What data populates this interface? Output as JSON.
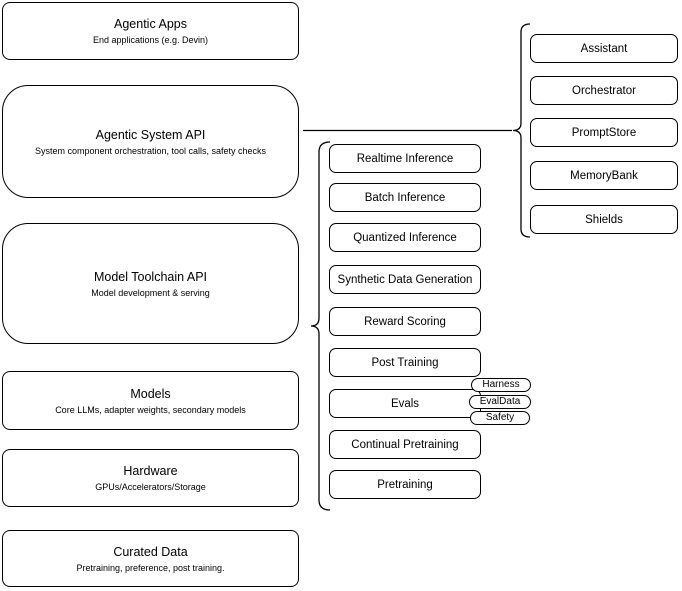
{
  "diagram": {
    "title_implicit": "Agentic stack layers diagram",
    "colors": {
      "stroke": "#000000",
      "fill": "#ffffff",
      "text": "#000000"
    },
    "layers": [
      {
        "title": "Agentic Apps",
        "subtitle": "End applications (e.g. Devin)"
      },
      {
        "title": "Agentic System API",
        "subtitle": "System component orchestration, tool calls, safety checks"
      },
      {
        "title": "Model Toolchain API",
        "subtitle": "Model development & serving"
      },
      {
        "title": "Models",
        "subtitle": "Core LLMs, adapter weights, secondary models"
      },
      {
        "title": "Hardware",
        "subtitle": "GPUs/Accelerators/Storage"
      },
      {
        "title": "Curated Data",
        "subtitle": "Pretraining, preference, post training."
      }
    ],
    "toolchain_services": [
      "Realtime Inference",
      "Batch Inference",
      "Quantized Inference",
      "Synthetic Data Generation",
      "Reward Scoring",
      "Post Training",
      "Evals",
      "Continual Pretraining",
      "Pretraining"
    ],
    "eval_tags": [
      "Harness",
      "EvalData",
      "Safety"
    ],
    "agentic_components": [
      "Assistant",
      "Orchestrator",
      "PromptStore",
      "MemoryBank",
      "Shields"
    ]
  }
}
